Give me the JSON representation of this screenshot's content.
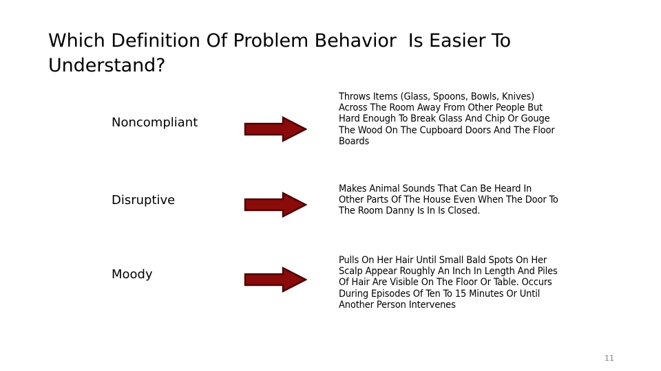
{
  "slide": {
    "title": "Which Definition Of Problem Behavior  Is Easier To Understand?",
    "page_number": "11",
    "background_color": "#FFFFFF",
    "text_color": "#000000",
    "page_number_color": "#808080"
  },
  "arrow": {
    "icon_name": "right-arrow-icon",
    "fill_color": "#8B0A0A",
    "outline_color": "#4A0000"
  },
  "rows": [
    {
      "label": "Noncompliant",
      "body": "Throws Items (Glass, Spoons, Bowls, Knives) Across The Room Away From Other People But Hard Enough To Break Glass And Chip Or Gouge The Wood On The Cupboard Doors And The Floor Boards"
    },
    {
      "label": "Disruptive",
      "body": "Makes Animal Sounds That Can Be Heard In Other Parts Of The House Even When The Door To The Room Danny Is In Is Closed."
    },
    {
      "label": "Moody",
      "body": "Pulls On Her Hair Until Small Bald Spots On Her Scalp Appear Roughly An Inch In Length And Piles Of Hair Are Visible On The Floor Or Table. Occurs During Episodes Of Ten To 15 Minutes Or Until Another Person Intervenes"
    }
  ]
}
